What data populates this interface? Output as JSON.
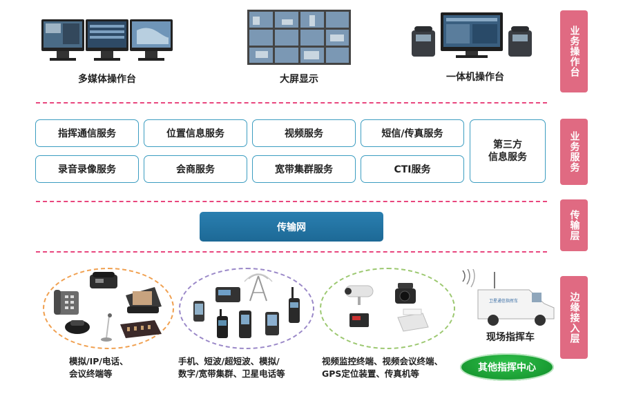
{
  "top": {
    "multimedia": "多媒体操作台",
    "bigscreen": "大屏显示",
    "allinone": "一体机操作台"
  },
  "side": {
    "business_ops": "业务操作台",
    "business_service": "业务服务",
    "transport": "传输层",
    "edge": "边缘接入层"
  },
  "services": {
    "s1": "指挥通信服务",
    "s2": "位置信息服务",
    "s3": "视频服务",
    "s4": "短信/传真服务",
    "s5": "录音录像服务",
    "s6": "会商服务",
    "s7": "宽带集群服务",
    "s8": "CTI服务",
    "third_line1": "第三方",
    "third_line2": "信息服务"
  },
  "network": "传输网",
  "edge": {
    "cap1_line1": "模拟/IP/电话、",
    "cap1_line2": "会议终端等",
    "cap2_line1": "手机、短波/超短波、模拟/",
    "cap2_line2": "数字/宽带集群、卫星电话等",
    "cap3_line1": "视频监控终端、视频会议终端、",
    "cap3_line2": "GPS定位装置、传真机等",
    "vehicle": "现场指挥车",
    "other_center": "其他指挥中心",
    "truck_text": "卫星通信指挥车"
  }
}
